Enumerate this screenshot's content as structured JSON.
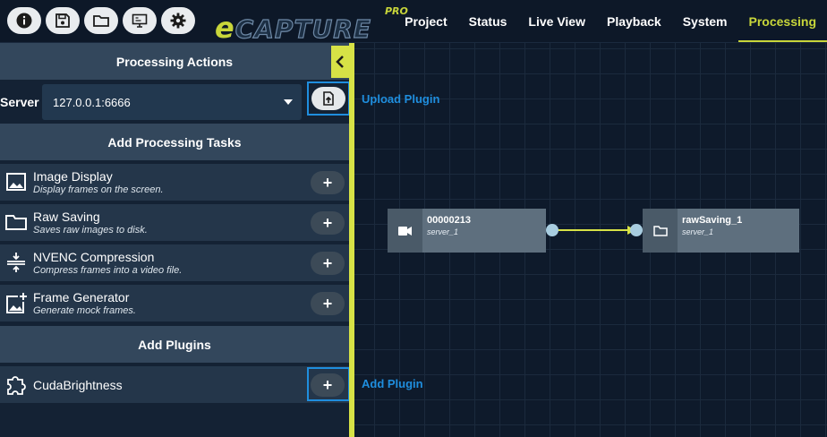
{
  "header": {
    "logo_prefix": "e",
    "logo_rest": "CAPTURE",
    "logo_pro": "PRO",
    "toolbar": [
      {
        "name": "info-icon"
      },
      {
        "name": "save-icon"
      },
      {
        "name": "folder-icon"
      },
      {
        "name": "monitor-icon"
      },
      {
        "name": "gear-icon"
      }
    ],
    "tabs": [
      {
        "label": "Project",
        "active": false
      },
      {
        "label": "Status",
        "active": false
      },
      {
        "label": "Live View",
        "active": false
      },
      {
        "label": "Playback",
        "active": false
      },
      {
        "label": "System",
        "active": false
      },
      {
        "label": "Processing",
        "active": true
      }
    ]
  },
  "sidebar": {
    "actions_title": "Processing Actions",
    "server_label": "Server",
    "server_value": "127.0.0.1:6666",
    "tasks_title": "Add Processing Tasks",
    "tasks": [
      {
        "title": "Image Display",
        "desc": "Display frames on the screen.",
        "icon": "image-icon"
      },
      {
        "title": "Raw Saving",
        "desc": "Saves raw images to disk.",
        "icon": "folder-icon"
      },
      {
        "title": "NVENC Compression",
        "desc": "Compress frames into a video file.",
        "icon": "compress-icon"
      },
      {
        "title": "Frame Generator",
        "desc": "Generate mock frames.",
        "icon": "image-add-icon"
      }
    ],
    "plugins_title": "Add Plugins",
    "plugins": [
      {
        "title": "CudaBrightness",
        "icon": "puzzle-icon"
      }
    ]
  },
  "canvas": {
    "upload_annotation": "Upload Plugin",
    "add_annotation": "Add Plugin",
    "nodes": [
      {
        "title": "00000213",
        "sub": "server_1",
        "icon": "camera-icon"
      },
      {
        "title": "rawSaving_1",
        "sub": "server_1",
        "icon": "folder-icon"
      }
    ]
  },
  "colors": {
    "accent": "#c8d63a",
    "highlight": "#1f8ede",
    "panel_header": "#33475c",
    "task_row": "#24364a"
  }
}
